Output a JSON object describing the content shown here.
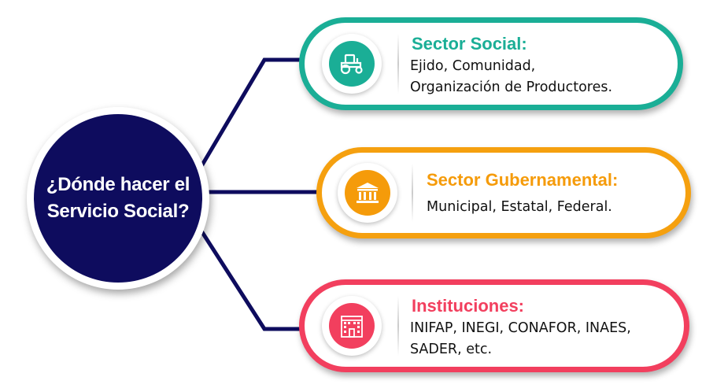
{
  "hub": {
    "line1": "¿Dónde hacer el",
    "line2": "Servicio Social?",
    "color": "#0e0c5e"
  },
  "connector_color": "#0e0c5e",
  "cards": [
    {
      "title": "Sector Social:",
      "lines": [
        "Ejido, Comunidad,",
        "Organización de Productores."
      ],
      "icon": "tractor-icon",
      "color": "#1aae96"
    },
    {
      "title": "Sector Gubernamental:",
      "lines": [
        "Municipal, Estatal, Federal."
      ],
      "icon": "government-building-icon",
      "color": "#f59b0a"
    },
    {
      "title": "Instituciones:",
      "lines": [
        "INIFAP, INEGI, CONAFOR, INAES,",
        "SADER, etc."
      ],
      "icon": "office-building-icon",
      "color": "#f23f5e"
    }
  ]
}
